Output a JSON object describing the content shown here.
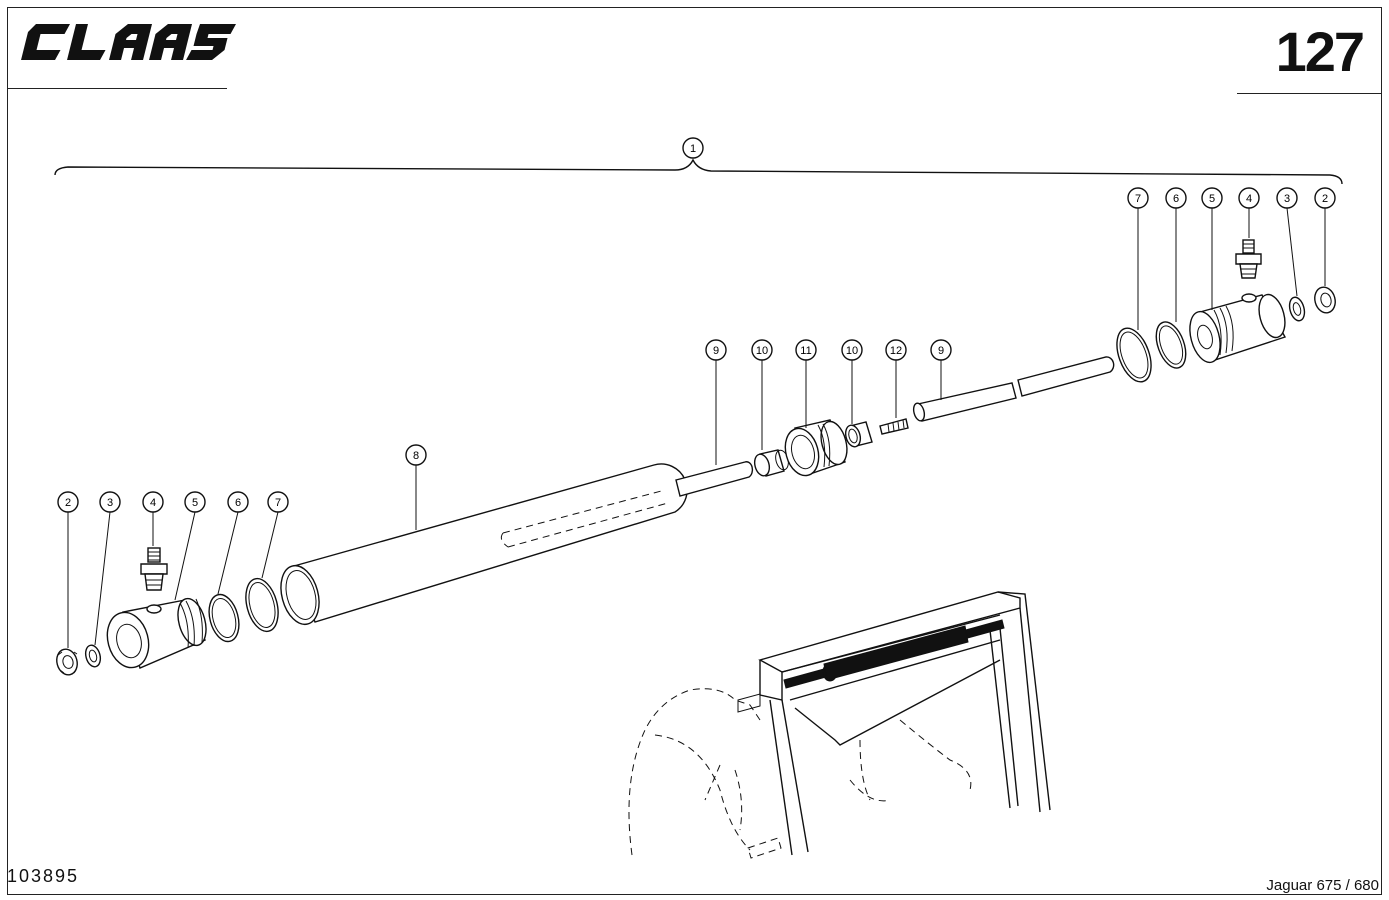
{
  "brand": {
    "logo_text": "CLAAS"
  },
  "page_number": "127",
  "document_number": "103895",
  "model": "Jaguar 675 / 680",
  "callouts": {
    "c1": "1",
    "c2": "2",
    "c3": "3",
    "c4": "4",
    "c5": "5",
    "c6": "6",
    "c7": "7",
    "c8": "8",
    "c9": "9",
    "c10": "10",
    "c11": "11",
    "c12": "12"
  }
}
